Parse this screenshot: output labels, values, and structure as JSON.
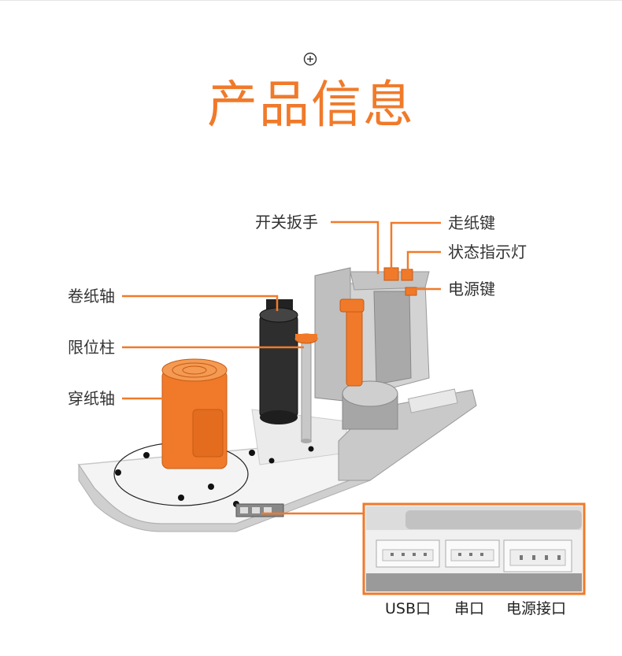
{
  "title": "产品信息",
  "accent_color": "#f07a2a",
  "labels": {
    "switch_wrench": "开关扳手",
    "paper_feed_key": "走纸键",
    "status_led": "状态指示灯",
    "power_key": "电源键",
    "take_up_shaft": "卷纸轴",
    "limit_post": "限位柱",
    "feed_shaft": "穿纸轴"
  },
  "ports": {
    "usb": "USB口",
    "serial": "串口",
    "power": "电源接口"
  },
  "icons": [
    "plus-circle-icon"
  ]
}
